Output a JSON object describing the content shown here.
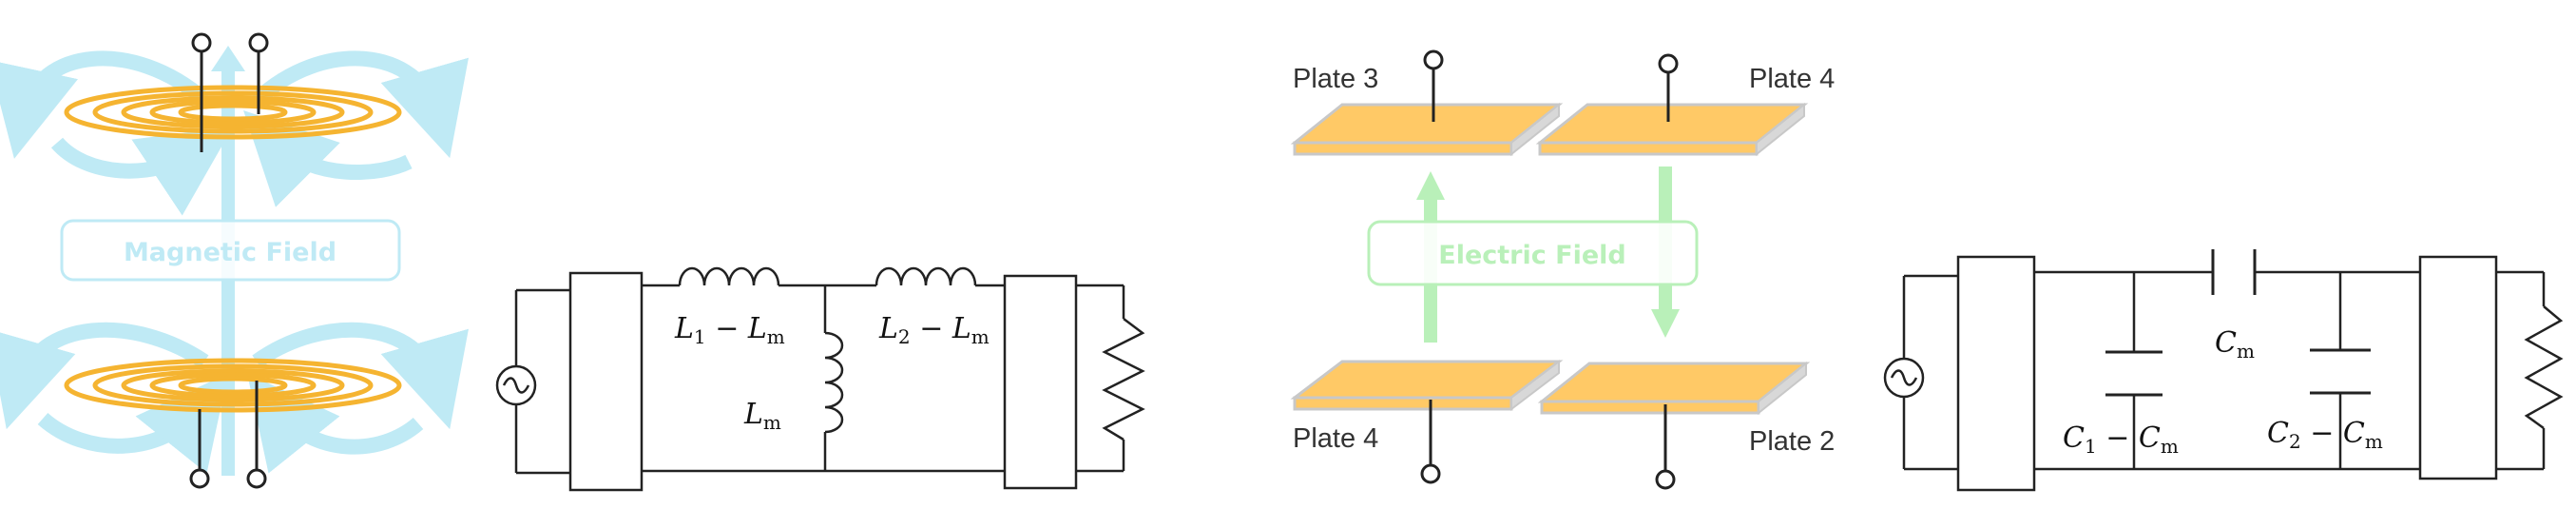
{
  "magnetic": {
    "field_label": "Magnetic Field",
    "arrow_color": "#bfeaf5",
    "coil_color": "#f5b431",
    "label_color": "#bfeaf5"
  },
  "inductive_circuit": {
    "l1": {
      "main": "L",
      "sub": "1",
      "rest": " − L",
      "sub2": "m"
    },
    "l2": {
      "main": "L",
      "sub": "2",
      "rest": " − L",
      "sub2": "m"
    },
    "lm": {
      "main": "L",
      "sub": "m"
    }
  },
  "electric": {
    "field_label": "Electric Field",
    "arrow_color": "#b9f0b9",
    "plate_color": "#ffc966",
    "plate_edge": "#c8c8c8",
    "plates": {
      "top_left": "Plate 3",
      "top_right": "Plate 4",
      "bottom_left": "Plate 4",
      "bottom_right": "Plate 2"
    }
  },
  "capacitive_circuit": {
    "cm": {
      "main": "C",
      "sub": "m"
    },
    "c1": {
      "main": "C",
      "sub": "1",
      "rest": " − C",
      "sub2": "m"
    },
    "c2": {
      "main": "C",
      "sub": "2",
      "rest": " − C",
      "sub2": "m"
    }
  }
}
